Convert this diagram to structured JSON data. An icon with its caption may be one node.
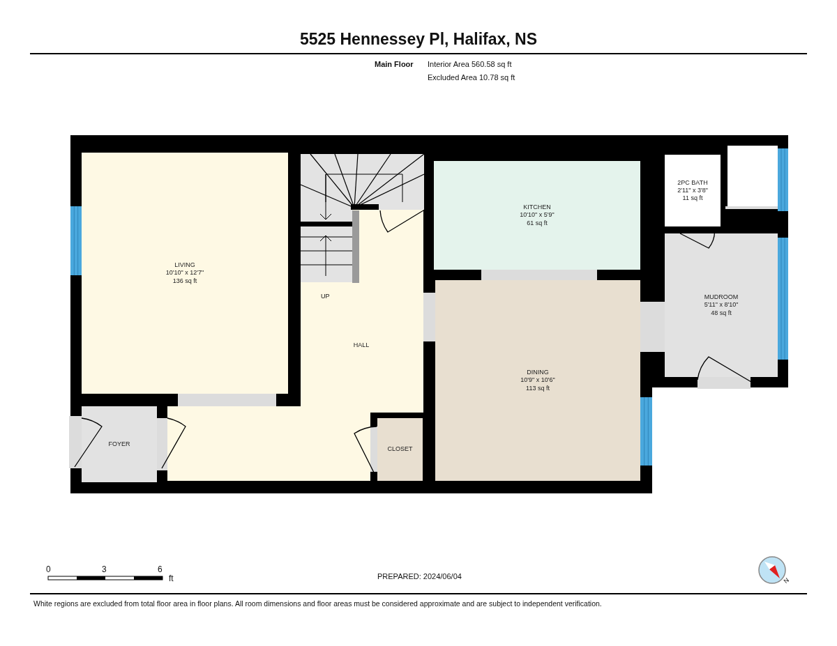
{
  "diagram": {
    "title": "5525 Hennessey Pl, Halifax, NS",
    "nodes": [
      {
        "text": [
          "LIVING",
          "10'10\" x 12'7\"",
          "136 sq ft"
        ]
      },
      {
        "text": [
          "KITCHEN",
          "10'10\" x 5'9\"",
          "61 sq ft"
        ]
      },
      {
        "text": [
          "2PC BATH",
          "2'11\" x 3'8\"",
          "11 sq ft"
        ]
      },
      {
        "text": [
          "MUDROOM",
          "5'11\" x 8'10\"",
          "48 sq ft"
        ]
      },
      {
        "text": [
          "HALL"
        ]
      },
      {
        "text": [
          "DINING",
          "10'9\" x 10'6\"",
          "113 sq ft"
        ]
      },
      {
        "text": [
          "FOYER"
        ]
      },
      {
        "text": [
          "CLOSET"
        ]
      }
    ],
    "edges": [],
    "labels": [
      "Main Floor",
      "Interior Area 560.58 sq ft",
      "Excluded Area 10.78 sq ft",
      "UP",
      "0",
      "3",
      "6",
      "ft",
      "PREPARED: 2024/06/04",
      "N",
      "White regions are excluded from total floor area in floor plans. All room dimensions and floor areas must be considered approximate and are subject to independent verification."
    ]
  }
}
